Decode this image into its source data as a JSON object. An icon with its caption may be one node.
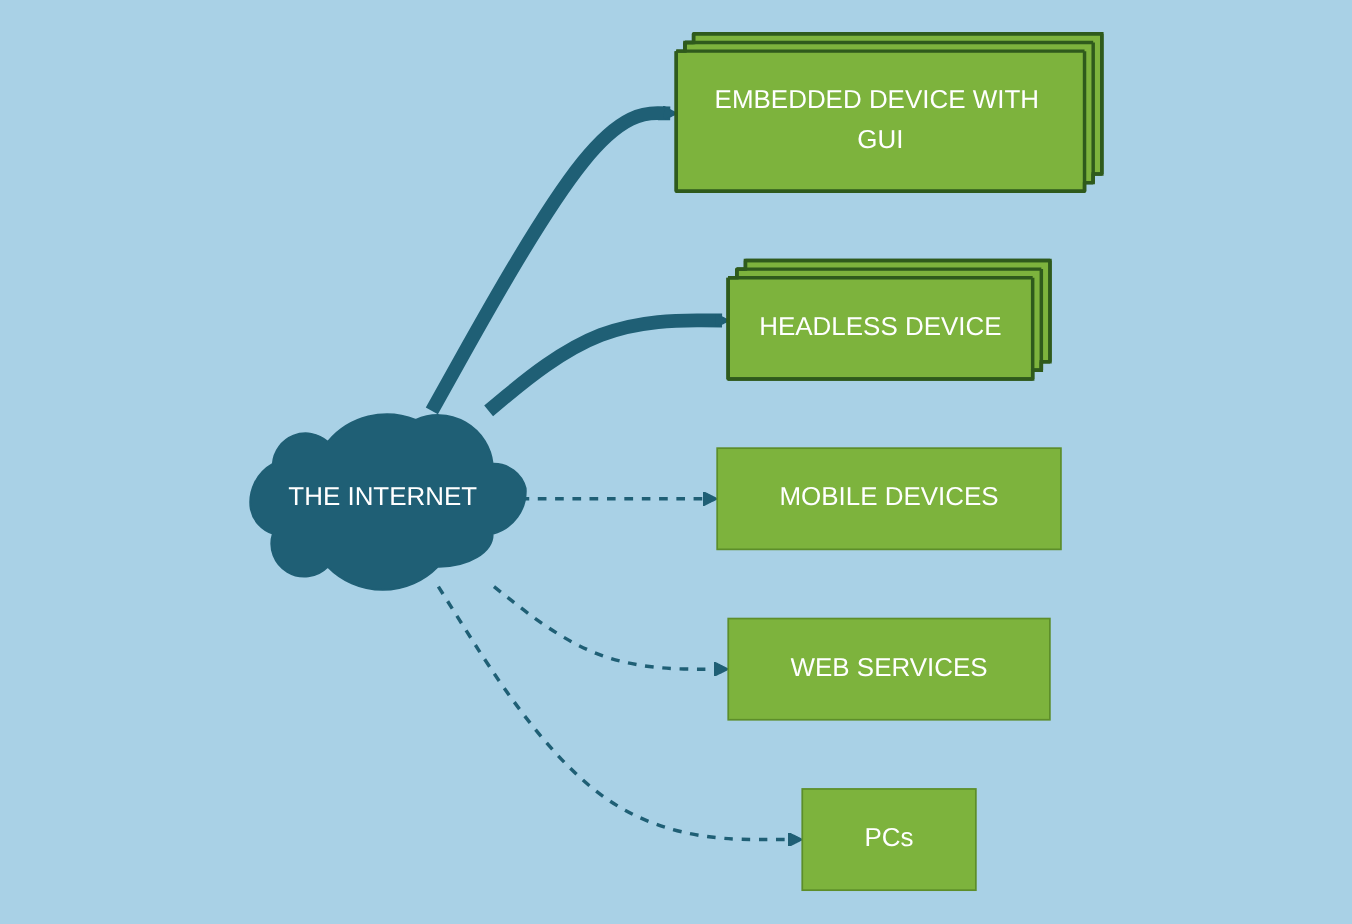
{
  "diagram": {
    "nodes": [
      {
        "text": [
          "EMBEDDED DEVICE WITH GUI"
        ]
      },
      {
        "text": [
          "HEADLESS DEVICE"
        ]
      },
      {
        "text": [
          "THE INTERNET"
        ]
      },
      {
        "text": [
          "MOBILE DEVICES"
        ]
      },
      {
        "text": [
          "WEB SERVICES"
        ]
      },
      {
        "text": [
          "PCs"
        ]
      }
    ],
    "edges": [
      {
        "from": 2,
        "to": 0,
        "arrow": "to",
        "style": "thick"
      },
      {
        "from": 2,
        "to": 1,
        "arrow": "to",
        "style": "thick"
      },
      {
        "from": 2,
        "to": 3,
        "arrow": "to",
        "style": "dashed"
      },
      {
        "from": 2,
        "to": 4,
        "arrow": "to",
        "style": "dashed"
      },
      {
        "from": 2,
        "to": 5,
        "arrow": "to",
        "style": "dashed"
      }
    ]
  }
}
